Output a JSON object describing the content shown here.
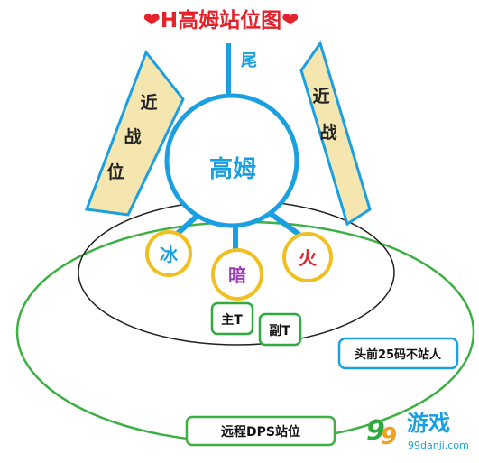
{
  "title": {
    "heart_left": "❤",
    "text": "H高姆站位图",
    "heart_right": "❤",
    "color": "#e5212b"
  },
  "tail_label": "尾",
  "boss_label": "高姆",
  "melee_left": [
    "近",
    "战",
    "位"
  ],
  "melee_right": [
    "近",
    "战"
  ],
  "ice_label": "冰",
  "dark_label": "暗",
  "fire_label": "火",
  "main_tank_label": "主T",
  "off_tank_label": "副T",
  "head_note": "头前25码不站人",
  "ranged_label": "远程DPS站位",
  "logo": {
    "brand_text": "游戏",
    "site_text": "99danji.com"
  },
  "colors": {
    "boss_blue": "#1aa0e0",
    "ring_yellow": "#f0c020",
    "ice_text": "#1aa0e0",
    "dark_text": "#9b3fb6",
    "fire_text": "#e5212b",
    "tank_green": "#2eaa3e",
    "outer_green": "#3cb043",
    "melee_fill": "#f5e6b0",
    "melee_stroke": "#1aa0e0",
    "note_stroke": "#1aa0e0"
  }
}
